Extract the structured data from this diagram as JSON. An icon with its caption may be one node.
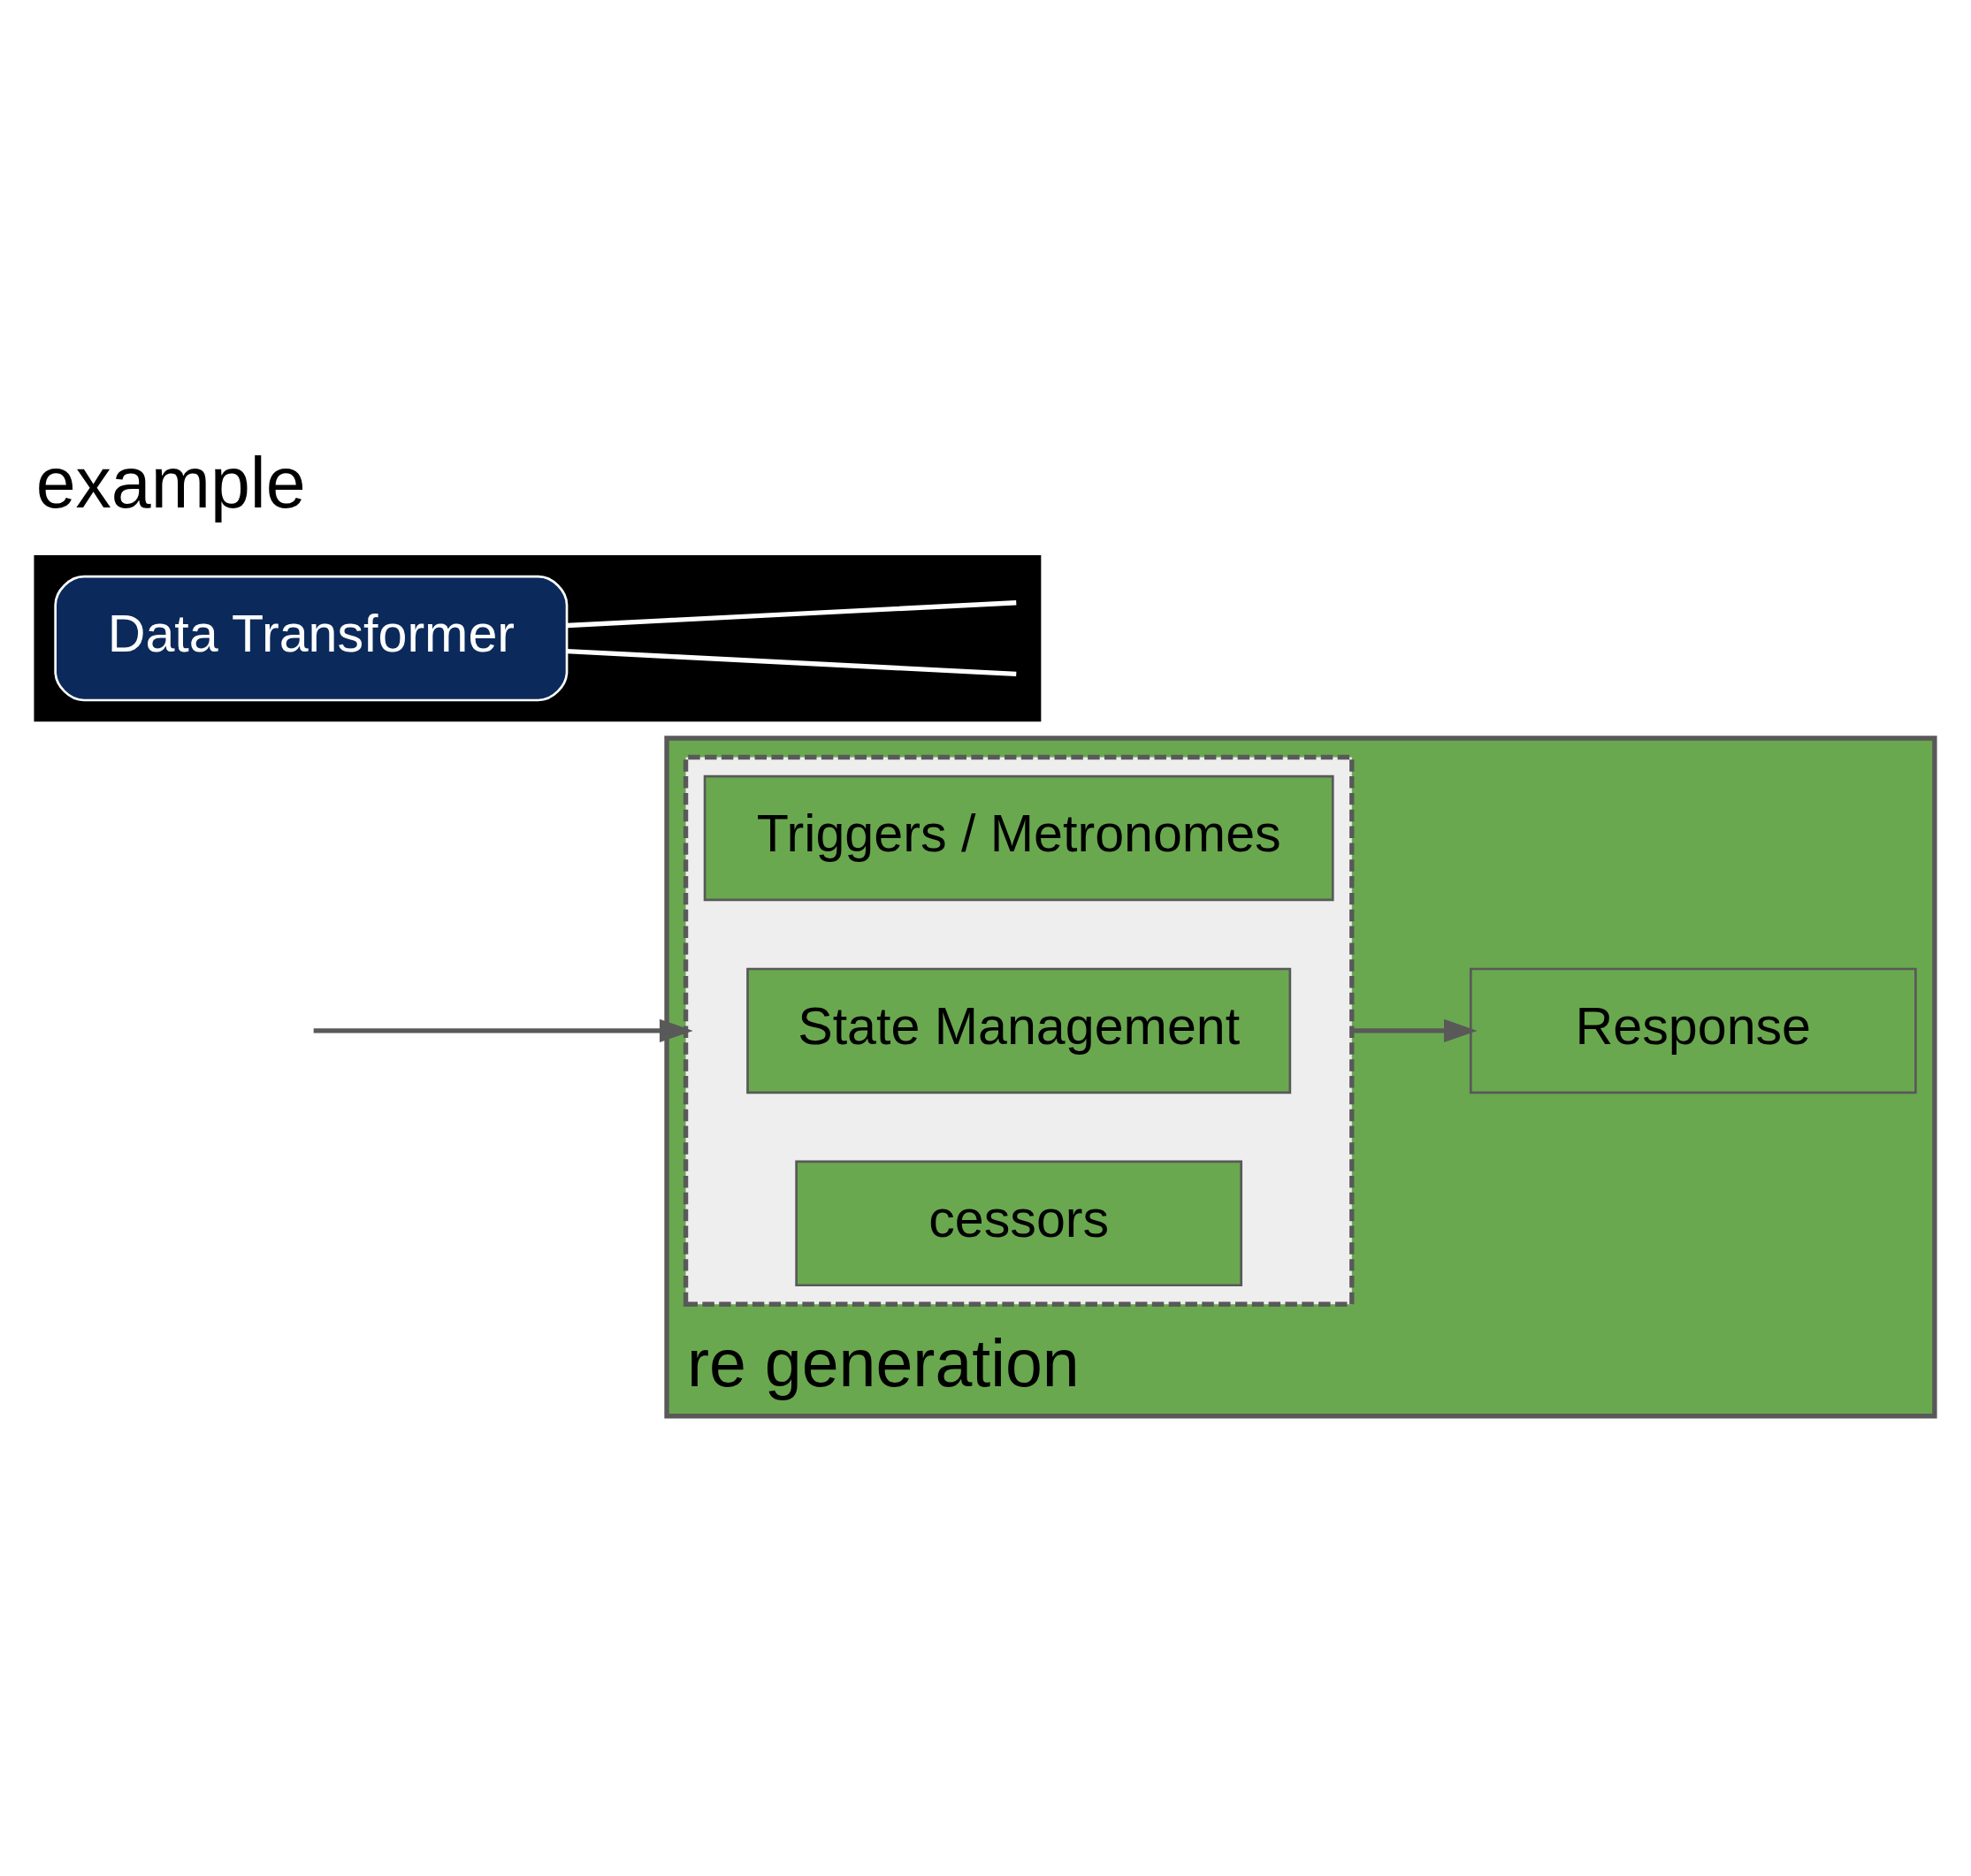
{
  "diagram": {
    "title": "example",
    "nodes": [
      {
        "text": [
          "re generation"
        ]
      },
      {
        "text": [],
        "shape": "box",
        "in": 0
      },
      {
        "text": [
          "Triggers / Metronomes"
        ],
        "in": 1
      },
      {
        "text": [
          "State Management"
        ],
        "in": 1
      },
      {
        "text": [
          "cessors"
        ],
        "in": 1
      },
      {
        "text": [
          "Response"
        ],
        "in": 0
      },
      {
        "text": [],
        "shape": "box"
      },
      {
        "text": [
          "Data Transformer"
        ],
        "in": 6
      }
    ],
    "edges": [
      {
        "from": null,
        "to": 1,
        "arrow": "to"
      },
      {
        "from": 1,
        "to": 5,
        "arrow": "to"
      },
      {
        "from": 7,
        "to": null,
        "arrow": "none",
        "color": "#ffffff"
      },
      {
        "from": 7,
        "to": null,
        "arrow": "none",
        "color": "#ffffff"
      }
    ]
  }
}
